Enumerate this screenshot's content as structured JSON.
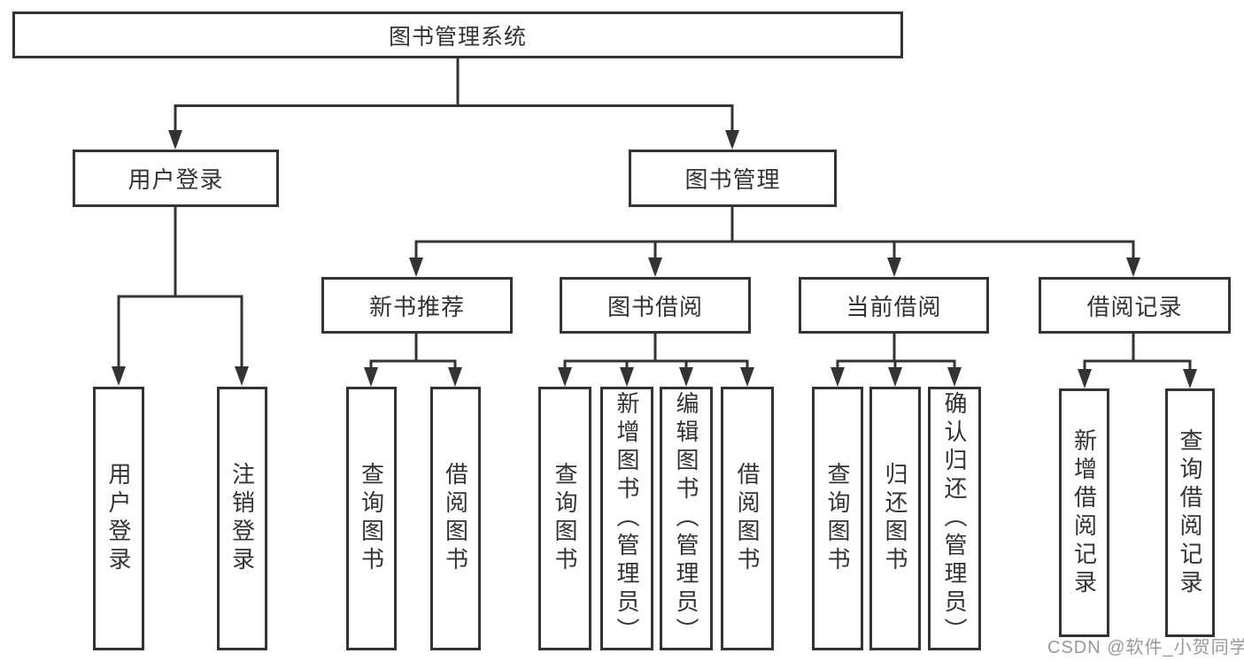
{
  "diagram": {
    "root": {
      "label": "图书管理系统"
    },
    "level2": [
      {
        "label": "用户登录"
      },
      {
        "label": "图书管理"
      }
    ],
    "level3": [
      {
        "label": "新书推荐",
        "parent": "图书管理"
      },
      {
        "label": "图书借阅",
        "parent": "图书管理"
      },
      {
        "label": "当前借阅",
        "parent": "图书管理"
      },
      {
        "label": "借阅记录",
        "parent": "图书管理"
      }
    ],
    "leaves": [
      {
        "label": "用户登录",
        "parent": "用户登录"
      },
      {
        "label": "注销登录",
        "parent": "用户登录"
      },
      {
        "label": "查询图书",
        "parent": "新书推荐"
      },
      {
        "label": "借阅图书",
        "parent": "新书推荐"
      },
      {
        "label": "查询图书",
        "parent": "图书借阅"
      },
      {
        "label": "新增图书（管理员）",
        "parent": "图书借阅"
      },
      {
        "label": "编辑图书（管理员）",
        "parent": "图书借阅"
      },
      {
        "label": "借阅图书",
        "parent": "图书借阅"
      },
      {
        "label": "查询图书",
        "parent": "当前借阅"
      },
      {
        "label": "归还图书",
        "parent": "当前借阅"
      },
      {
        "label": "确认归还（管理员）",
        "parent": "当前借阅"
      },
      {
        "label": "新增借阅记录",
        "parent": "借阅记录"
      },
      {
        "label": "查询借阅记录",
        "parent": "借阅记录"
      }
    ],
    "colors": {
      "line": "#333333",
      "text": "#333333",
      "box_background": "#ffffff",
      "watermark": "#999999"
    }
  },
  "watermark": {
    "text": "CSDN @软件_小贺同学"
  }
}
